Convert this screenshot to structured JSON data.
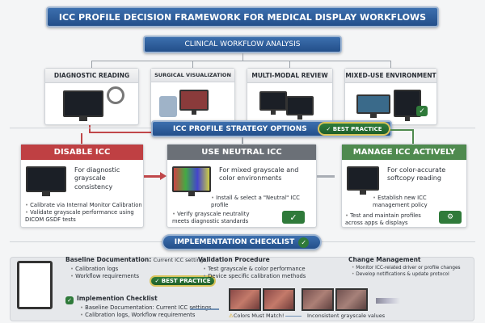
{
  "title": "ICC PROFILE DECISION FRAMEWORK FOR MEDICAL DISPLAY WORKFLOWS",
  "workflow": {
    "title": "CLINICAL WORKFLOW ANALYSIS",
    "cards": [
      {
        "label": "DIAGNOSTIC READING"
      },
      {
        "label": "SURGICAL VISUALIZATION"
      },
      {
        "label": "MULTI-MODAL REVIEW"
      },
      {
        "label": "MIXED-USE ENVIRONMENT"
      }
    ]
  },
  "strategy": {
    "title": "ICC PROFILE STRATEGY OPTIONS",
    "badge": "✓ BEST PRACTICE",
    "options": [
      {
        "title": "DISABLE ICC",
        "desc": "For diagnostic grayscale consistency",
        "bullets": [
          "Calibrate via Internal Monitor Calibration",
          "Validate grayscale performance using DICOM GSDF tests"
        ],
        "color": "#c0474a"
      },
      {
        "title": "USE NEUTRAL ICC",
        "desc": "For mixed grayscale and color environments",
        "bullets": [
          "Install & select a \"Neutral\" ICC profile",
          "Verify grayscale neutrality meets diagnostic standards"
        ],
        "color": "#6b7077"
      },
      {
        "title": "MANAGE ICC ACTIVELY",
        "desc": "For color-accurate softcopy reading",
        "bullets": [
          "Establish new ICC management policy",
          "Test and maintain profiles across apps & displays"
        ],
        "color": "#4f8a4f"
      }
    ]
  },
  "checklist": {
    "title": "IMPLEMENTATION CHECKLIST",
    "baseline": {
      "title": "Baseline Documentation:",
      "suffix": "Current ICC settings,",
      "bullets": [
        "Calibration logs",
        "Workflow requirements"
      ]
    },
    "badge": "✓ BEST PRACTICE",
    "validation": {
      "title": "Validation Procedure",
      "bullets": [
        "Test grayscale & color performance",
        "Device specific calibration methods"
      ]
    },
    "change": {
      "title": "Change Management",
      "bullets": [
        "Monitor ICC-related driver or profile changes",
        "Develop notifications & update protocol"
      ]
    },
    "impl": {
      "title": "Implemention Checklist",
      "bullets": [
        "Baseline Documentation: Current ICC settings",
        "Calibration logs, Workflow requirements"
      ]
    },
    "warning": "Colors Must Match!",
    "inconsistent": "Inconsistent grayscale values"
  }
}
